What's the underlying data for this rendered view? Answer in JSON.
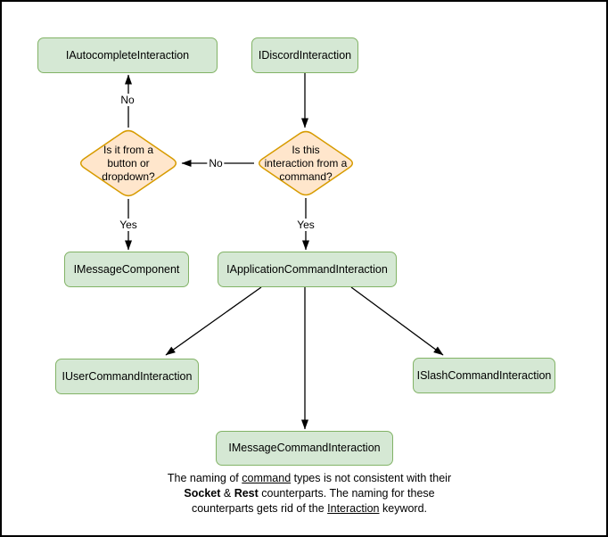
{
  "colors": {
    "node_fill": "#d5e8d4",
    "node_border": "#82b366",
    "decision_fill": "#ffe6cc",
    "decision_border": "#d79b00",
    "edge_line": "#000000",
    "background": "#ffffff",
    "frame_border": "#000000"
  },
  "nodes": {
    "autocomplete": {
      "label": "IAutocompleteInteraction"
    },
    "discord": {
      "label": "IDiscordInteraction"
    },
    "message_component": {
      "label": "IMessageComponent"
    },
    "application_command": {
      "label": "IApplicationCommandInteraction"
    },
    "user_command": {
      "label": "IUserCommandInteraction"
    },
    "slash_command": {
      "label": "ISlashCommandInteraction"
    },
    "message_command": {
      "label": "IMessageCommandInteraction"
    }
  },
  "decisions": {
    "button_dropdown": {
      "lines": [
        "Is it from a",
        "button or",
        "dropdown?"
      ]
    },
    "from_command": {
      "lines": [
        "Is this",
        "interaction from a",
        "command?"
      ]
    }
  },
  "edge_labels": {
    "no_to_autocomplete": "No",
    "no_between_decisions": "No",
    "yes_to_message_component": "Yes",
    "yes_to_application_command": "Yes"
  },
  "note": {
    "line1": [
      {
        "text": "The naming of "
      },
      {
        "text": "command"
      },
      {
        "text": " types is not consistent with their"
      }
    ],
    "line2": [
      {
        "text": "Socket"
      },
      {
        "text": " & "
      },
      {
        "text": "Rest"
      },
      {
        "text": " counterparts. The naming for these"
      }
    ],
    "line3": [
      {
        "text": "counterparts gets rid of the "
      },
      {
        "text": "Interaction"
      },
      {
        "text": " keyword."
      }
    ]
  }
}
